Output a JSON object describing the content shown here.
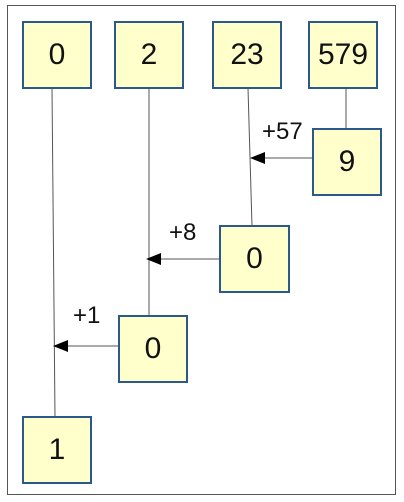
{
  "colors": {
    "box_fill": "#ffffcc",
    "box_border": "#2b5a8a",
    "line": "#555555",
    "arrow": "#000000"
  },
  "top_row": [
    "0",
    "2",
    "23",
    "579"
  ],
  "steps": [
    {
      "value": "9",
      "increment": "+57"
    },
    {
      "value": "0",
      "increment": "+8"
    },
    {
      "value": "0",
      "increment": "+1"
    }
  ],
  "result": "1"
}
